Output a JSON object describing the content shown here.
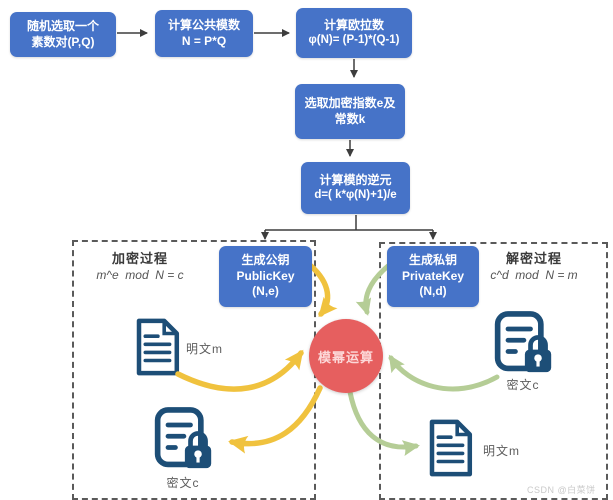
{
  "steps": [
    {
      "lines": [
        "随机选取一个",
        "素数对(P,Q)"
      ]
    },
    {
      "lines": [
        "计算公共模数",
        "N = P*Q"
      ]
    },
    {
      "lines": [
        "计算欧拉数",
        "φ(N)= (P-1)*(Q-1)"
      ]
    },
    {
      "lines": [
        "选取加密指数e及",
        "常数k"
      ]
    },
    {
      "lines": [
        "计算模的逆元",
        "d=( k*φ(N)+1)/e"
      ]
    }
  ],
  "keys": {
    "public": {
      "lines": [
        "生成公钥",
        "PublicKey",
        "(N,e)"
      ]
    },
    "private": {
      "lines": [
        "生成私钥",
        "PrivateKey",
        "(N,d)"
      ]
    }
  },
  "zones": {
    "encryption": {
      "title": "加密过程",
      "formula": "m^e  mod  N = c"
    },
    "decryption": {
      "title": "解密过程",
      "formula": "c^d  mod  N = m"
    }
  },
  "center": {
    "label": "模幂运算"
  },
  "documents": {
    "enc_plaintext": "明文m",
    "enc_ciphertext": "密文c",
    "dec_ciphertext": "密文c",
    "dec_plaintext": "明文m"
  },
  "watermark": "CSDN @白菜饼",
  "colors": {
    "box_blue": "#4673c8",
    "circle_red": "#e65f5f",
    "arrow_yellow": "#f0c23e",
    "arrow_green": "#b5cd96",
    "doc_navy": "#1d4e77"
  }
}
